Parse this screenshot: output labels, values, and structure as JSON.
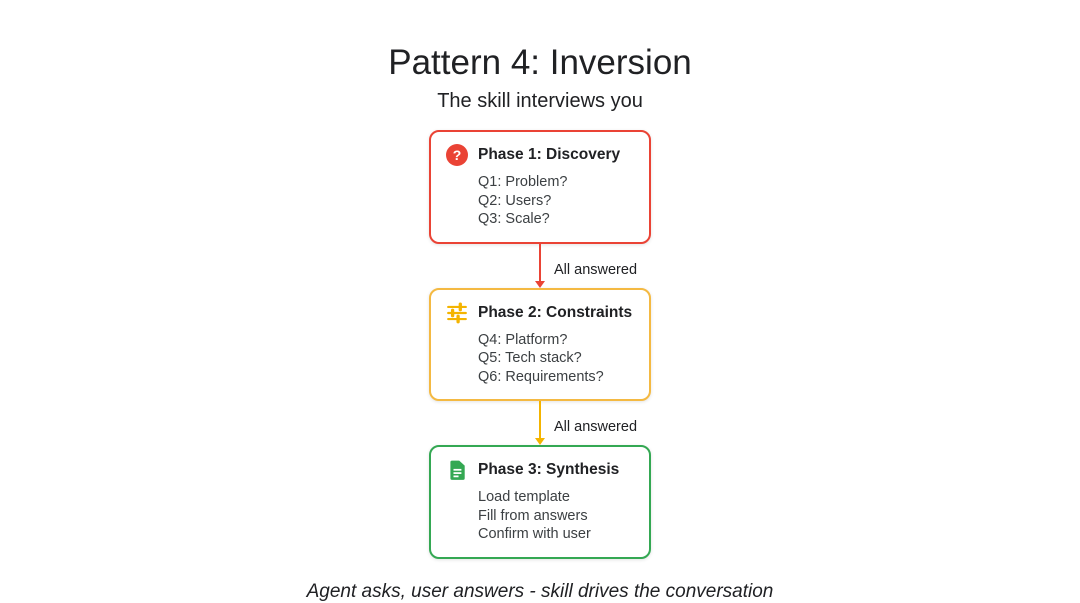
{
  "header": {
    "title": "Pattern 4: Inversion",
    "subtitle": "The skill interviews you"
  },
  "phases": [
    {
      "icon": "help-icon",
      "glyph": "?",
      "accent": "#ea4335",
      "title": "Phase 1: Discovery",
      "lines": [
        "Q1: Problem?",
        "Q2: Users?",
        "Q3: Scale?"
      ]
    },
    {
      "icon": "tune-icon",
      "accent": "#f4b400",
      "title": "Phase 2: Constraints",
      "lines": [
        "Q4: Platform?",
        "Q5: Tech stack?",
        "Q6: Requirements?"
      ]
    },
    {
      "icon": "document-icon",
      "accent": "#34a853",
      "title": "Phase 3: Synthesis",
      "lines": [
        "Load template",
        "Fill from answers",
        "Confirm with user"
      ]
    }
  ],
  "connectors": [
    {
      "label": "All answered",
      "color": "#ea4335"
    },
    {
      "label": "All answered",
      "color": "#f4b400"
    }
  ],
  "caption": "Agent asks, user answers - skill drives the conversation"
}
